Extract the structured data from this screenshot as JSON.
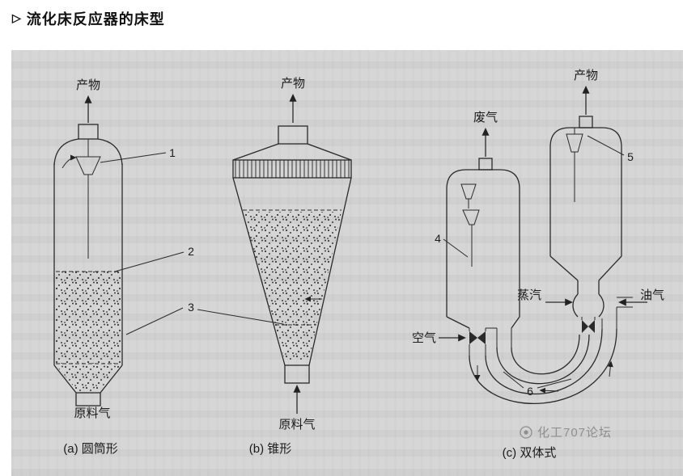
{
  "header": {
    "marker": "▷",
    "title": "流化床反应器的床型"
  },
  "diagrams": {
    "a": {
      "caption": "(a) 圆筒形",
      "product": "产物",
      "feed": "原料气"
    },
    "b": {
      "caption": "(b) 锥形",
      "product": "产物",
      "feed": "原料气"
    },
    "c": {
      "caption": "(c) 双体式",
      "offgas": "废气",
      "product": "产物",
      "steam": "蒸汽",
      "oilgas": "油气",
      "air": "空气"
    }
  },
  "callouts": {
    "n1": "1",
    "n2": "2",
    "n3": "3",
    "n4": "4",
    "n5": "5",
    "n6": "6"
  },
  "watermark": "化工707论坛"
}
